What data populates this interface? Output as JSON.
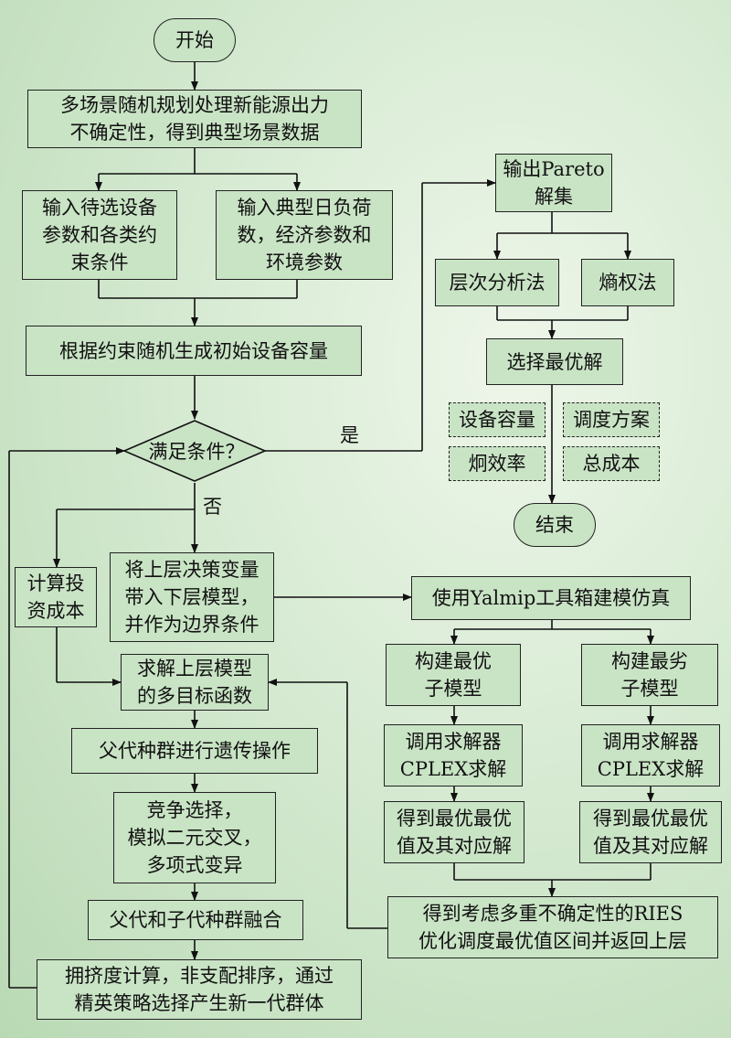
{
  "nodes": {
    "start": "开始",
    "scenario": "多场景随机规划处理新能源出力\n不确定性，得到典型场景数据",
    "input_equip": "输入待选设备\n参数和各类约\n束条件",
    "input_load": "输入典型日负荷\n数，经济参数和\n环境参数",
    "init_capacity": "根据约束随机生成初始设备容量",
    "condition": "满足条件？",
    "calc_invest": "计算投\n资成本",
    "upper_to_lower": "将上层决策变量\n带入下层模型，\n并作为边界条件",
    "solve_upper": "求解上层模型\n的多目标函数",
    "genetic": "父代种群进行遗传操作",
    "operators": "竞争选择，\n模拟二元交叉，\n多项式变异",
    "merge": "父代和子代种群融合",
    "crowding": "拥挤度计算，非支配排序，通过\n精英策略选择产生新一代群体",
    "output_pareto": "输出Pareto\n解集",
    "ahp": "层次分析法",
    "entropy": "熵权法",
    "select_best": "选择最优解",
    "equip_capacity": "设备容量",
    "dispatch_plan": "调度方案",
    "exergy": "炯效率",
    "total_cost": "总成本",
    "end": "结束",
    "yalmip": "使用Yalmip工具箱建模仿真",
    "build_best": "构建最优\n子模型",
    "build_worst": "构建最劣\n子模型",
    "cplex_best": "调用求解器\nCPLEX求解",
    "cplex_worst": "调用求解器\nCPLEX求解",
    "result_best": "得到最优最优\n值及其对应解",
    "result_worst": "得到最优最优\n值及其对应解",
    "ries_interval": "得到考虑多重不确定性的RIES\n优化调度最优值区间并返回上层"
  },
  "edge_labels": {
    "yes": "是",
    "no": "否"
  }
}
